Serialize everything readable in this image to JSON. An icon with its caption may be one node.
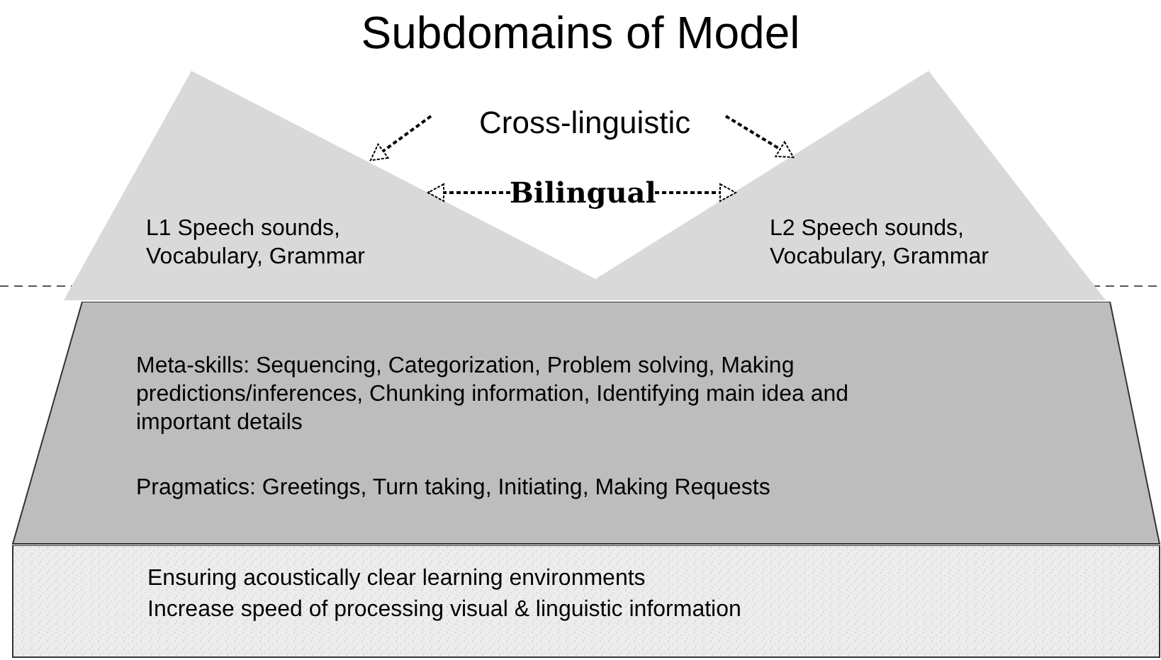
{
  "diagram": {
    "title": "Subdomains of Model",
    "nodes": [
      {
        "text": [
          "L1 Speech sounds, Vocabulary, Grammar"
        ]
      },
      {
        "text": [
          "L2 Speech sounds, Vocabulary, Grammar"
        ]
      },
      {
        "text": [
          "Cross-linguistic"
        ]
      },
      {
        "text": [
          "Meta-skills: Sequencing, Categorization, Problem solving, Making predictions/inferences, Chunking information, Identifying main idea and important details",
          "Pragmatics: Greetings, Turn taking, Initiating, Making Requests"
        ]
      },
      {
        "text": [
          "Ensuring acoustically clear learning environments",
          "Increase speed of processing visual & linguistic information"
        ]
      }
    ],
    "edges": [
      {
        "from": 2,
        "to": 0,
        "arrow": "to",
        "style": "dashed"
      },
      {
        "from": 2,
        "to": 1,
        "arrow": "to",
        "style": "dashed"
      },
      {
        "from": 0,
        "to": 1,
        "arrow": "both",
        "label": "Bilingual",
        "style": "dashed"
      }
    ]
  }
}
